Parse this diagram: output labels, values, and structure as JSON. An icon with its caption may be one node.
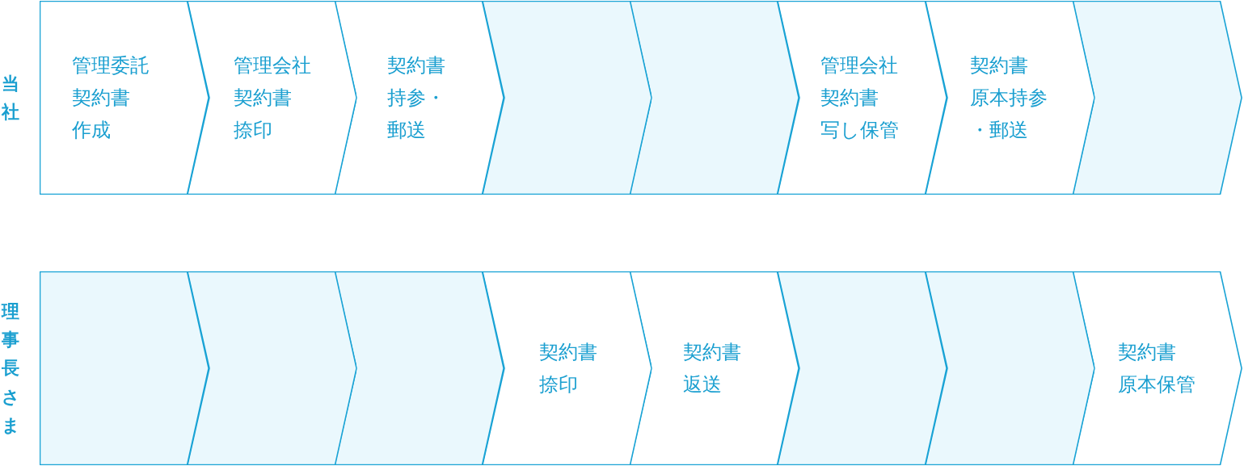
{
  "diagram": {
    "nodes": [
      {
        "text": [
          "管理委託",
          "契約書",
          "作成"
        ]
      },
      {
        "text": [
          "管理会社",
          "契約書",
          "捺印"
        ]
      },
      {
        "text": [
          "契約書",
          "持参・",
          "郵送"
        ]
      },
      {
        "text": [],
        "shape": "chevron"
      },
      {
        "text": [],
        "shape": "chevron"
      },
      {
        "text": [
          "管理会社",
          "契約書",
          "写し保管"
        ]
      },
      {
        "text": [
          "契約書",
          "原本持参",
          "・郵送"
        ]
      },
      {
        "text": [],
        "shape": "chevron"
      },
      {
        "text": [],
        "shape": "arrow"
      },
      {
        "text": [],
        "shape": "chevron"
      },
      {
        "text": [],
        "shape": "chevron"
      },
      {
        "text": [
          "契約書",
          "捺印"
        ]
      },
      {
        "text": [
          "契約書",
          "返送"
        ]
      },
      {
        "text": [],
        "shape": "chevron"
      },
      {
        "text": [],
        "shape": "chevron"
      },
      {
        "text": [
          "契約書",
          "原本保管"
        ]
      }
    ],
    "labels": [
      "当社",
      "理事長さま"
    ]
  }
}
